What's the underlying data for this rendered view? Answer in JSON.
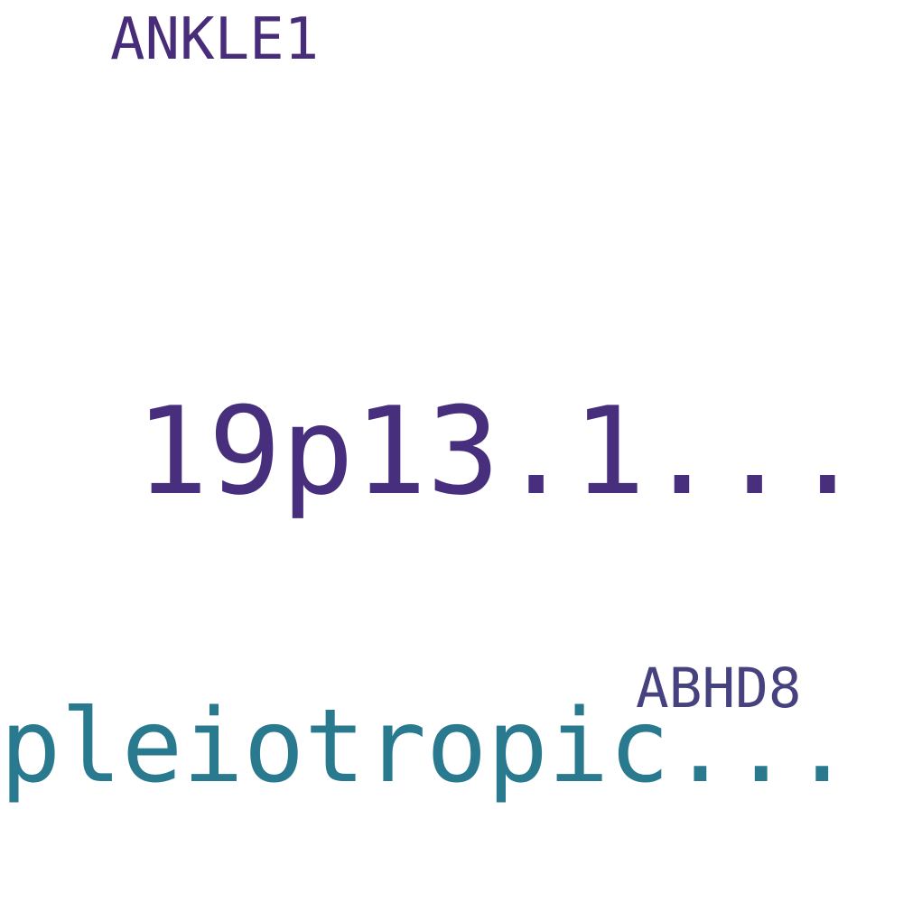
{
  "words": [
    {
      "text": "19p13.1...",
      "color": "#472f7d"
    },
    {
      "text": "pleiotropic...",
      "color": "#297a8e"
    },
    {
      "text": "ANKLE1",
      "color": "#472c7a"
    },
    {
      "text": "ABHD8",
      "color": "#46427f"
    }
  ]
}
